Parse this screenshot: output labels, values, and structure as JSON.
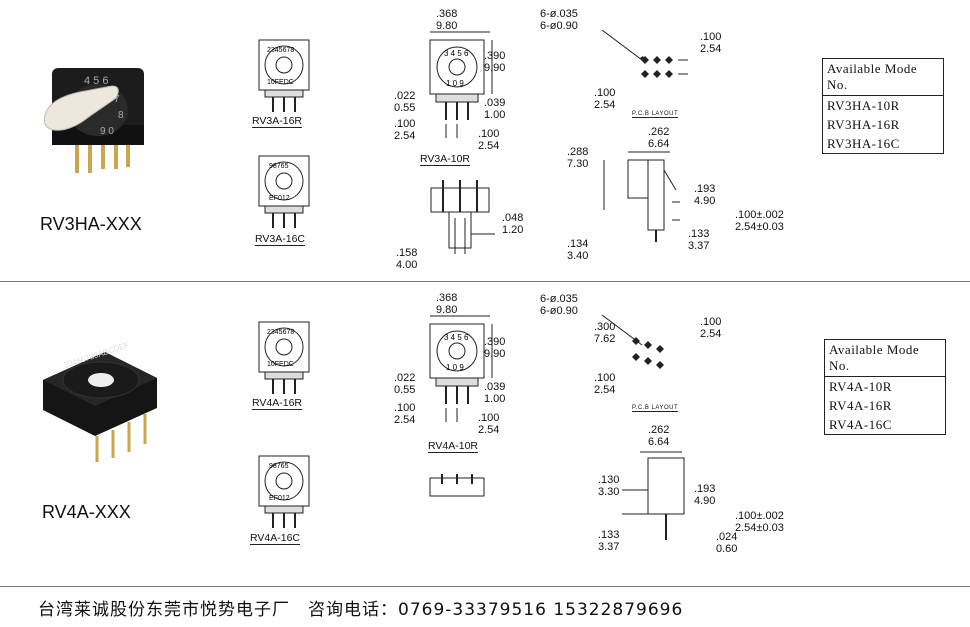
{
  "sections": [
    {
      "model": "RV3HA-XXX",
      "caption_16r": "RV3A-16R",
      "caption_16c": "RV3A-16C",
      "caption_10r": "RV3A-10R",
      "front_width": [
        ".368",
        "9.80"
      ],
      "front_height": [
        ".390",
        "9.90"
      ],
      "pin_dia": [
        ".022",
        "0.55"
      ],
      "pin_len": [
        ".039",
        "1.00"
      ],
      "pin_pitch_left": [
        ".100",
        "2.54"
      ],
      "pin_pitch_right": [
        ".100",
        "2.54"
      ],
      "bottom_pin": [
        ".048",
        "1.20"
      ],
      "bottom_width": [
        ".158",
        "4.00"
      ],
      "hole": [
        "6-ø.035",
        "6-ø0.90"
      ],
      "pcb_pitch_v": [
        ".100",
        "2.54"
      ],
      "pcb_pitch_h": [
        ".100",
        "2.54"
      ],
      "pcb_label": "P.C.B LAYOUT",
      "side_top": [
        ".262",
        "6.64"
      ],
      "side_left": [
        ".288",
        "7.30"
      ],
      "side_right": [
        ".193",
        "4.90"
      ],
      "side_pin": [
        ".100±.002",
        "2.54±0.03"
      ],
      "side_bottom_l": [
        ".134",
        "3.40"
      ],
      "side_bottom_r": [
        ".133",
        "3.37"
      ],
      "available_title": "Available Mode No.",
      "available": [
        "RV3HA-10R",
        "RV3HA-16R",
        "RV3HA-16C"
      ]
    },
    {
      "model": "RV4A-XXX",
      "caption_16r": "RV4A-16R",
      "caption_16c": "RV4A-16C",
      "caption_10r": "RV4A-10R",
      "front_width": [
        ".368",
        "9.80"
      ],
      "front_height": [
        ".390",
        "9.90"
      ],
      "pin_dia": [
        ".022",
        "0.55"
      ],
      "pin_len": [
        ".039",
        "1.00"
      ],
      "pin_pitch_left": [
        ".100",
        "2.54"
      ],
      "pin_pitch_right": [
        ".100",
        "2.54"
      ],
      "hole": [
        "6-ø.035",
        "6-ø0.90"
      ],
      "pcb_offset": [
        ".300",
        "7.62"
      ],
      "pcb_pitch_v": [
        ".100",
        "2.54"
      ],
      "pcb_pitch_h": [
        ".100",
        "2.54"
      ],
      "pcb_label": "P.C.B LAYOUT",
      "side_top": [
        ".262",
        "6.64"
      ],
      "side_left": [
        ".130",
        "3.30"
      ],
      "side_right": [
        ".193",
        "4.90"
      ],
      "side_pin": [
        ".100±.002",
        "2.54±0.03"
      ],
      "side_bottom_l": [
        ".133",
        "3.37"
      ],
      "side_bottom_r": [
        ".024",
        "0.60"
      ],
      "available_title": "Available Mode No.",
      "available": [
        "RV4A-10R",
        "RV4A-16R",
        "RV4A-16C"
      ]
    }
  ],
  "footer": "台湾莱诚股份东莞市悦势电子厂　咨询电话：0769-33379516 15322879696"
}
